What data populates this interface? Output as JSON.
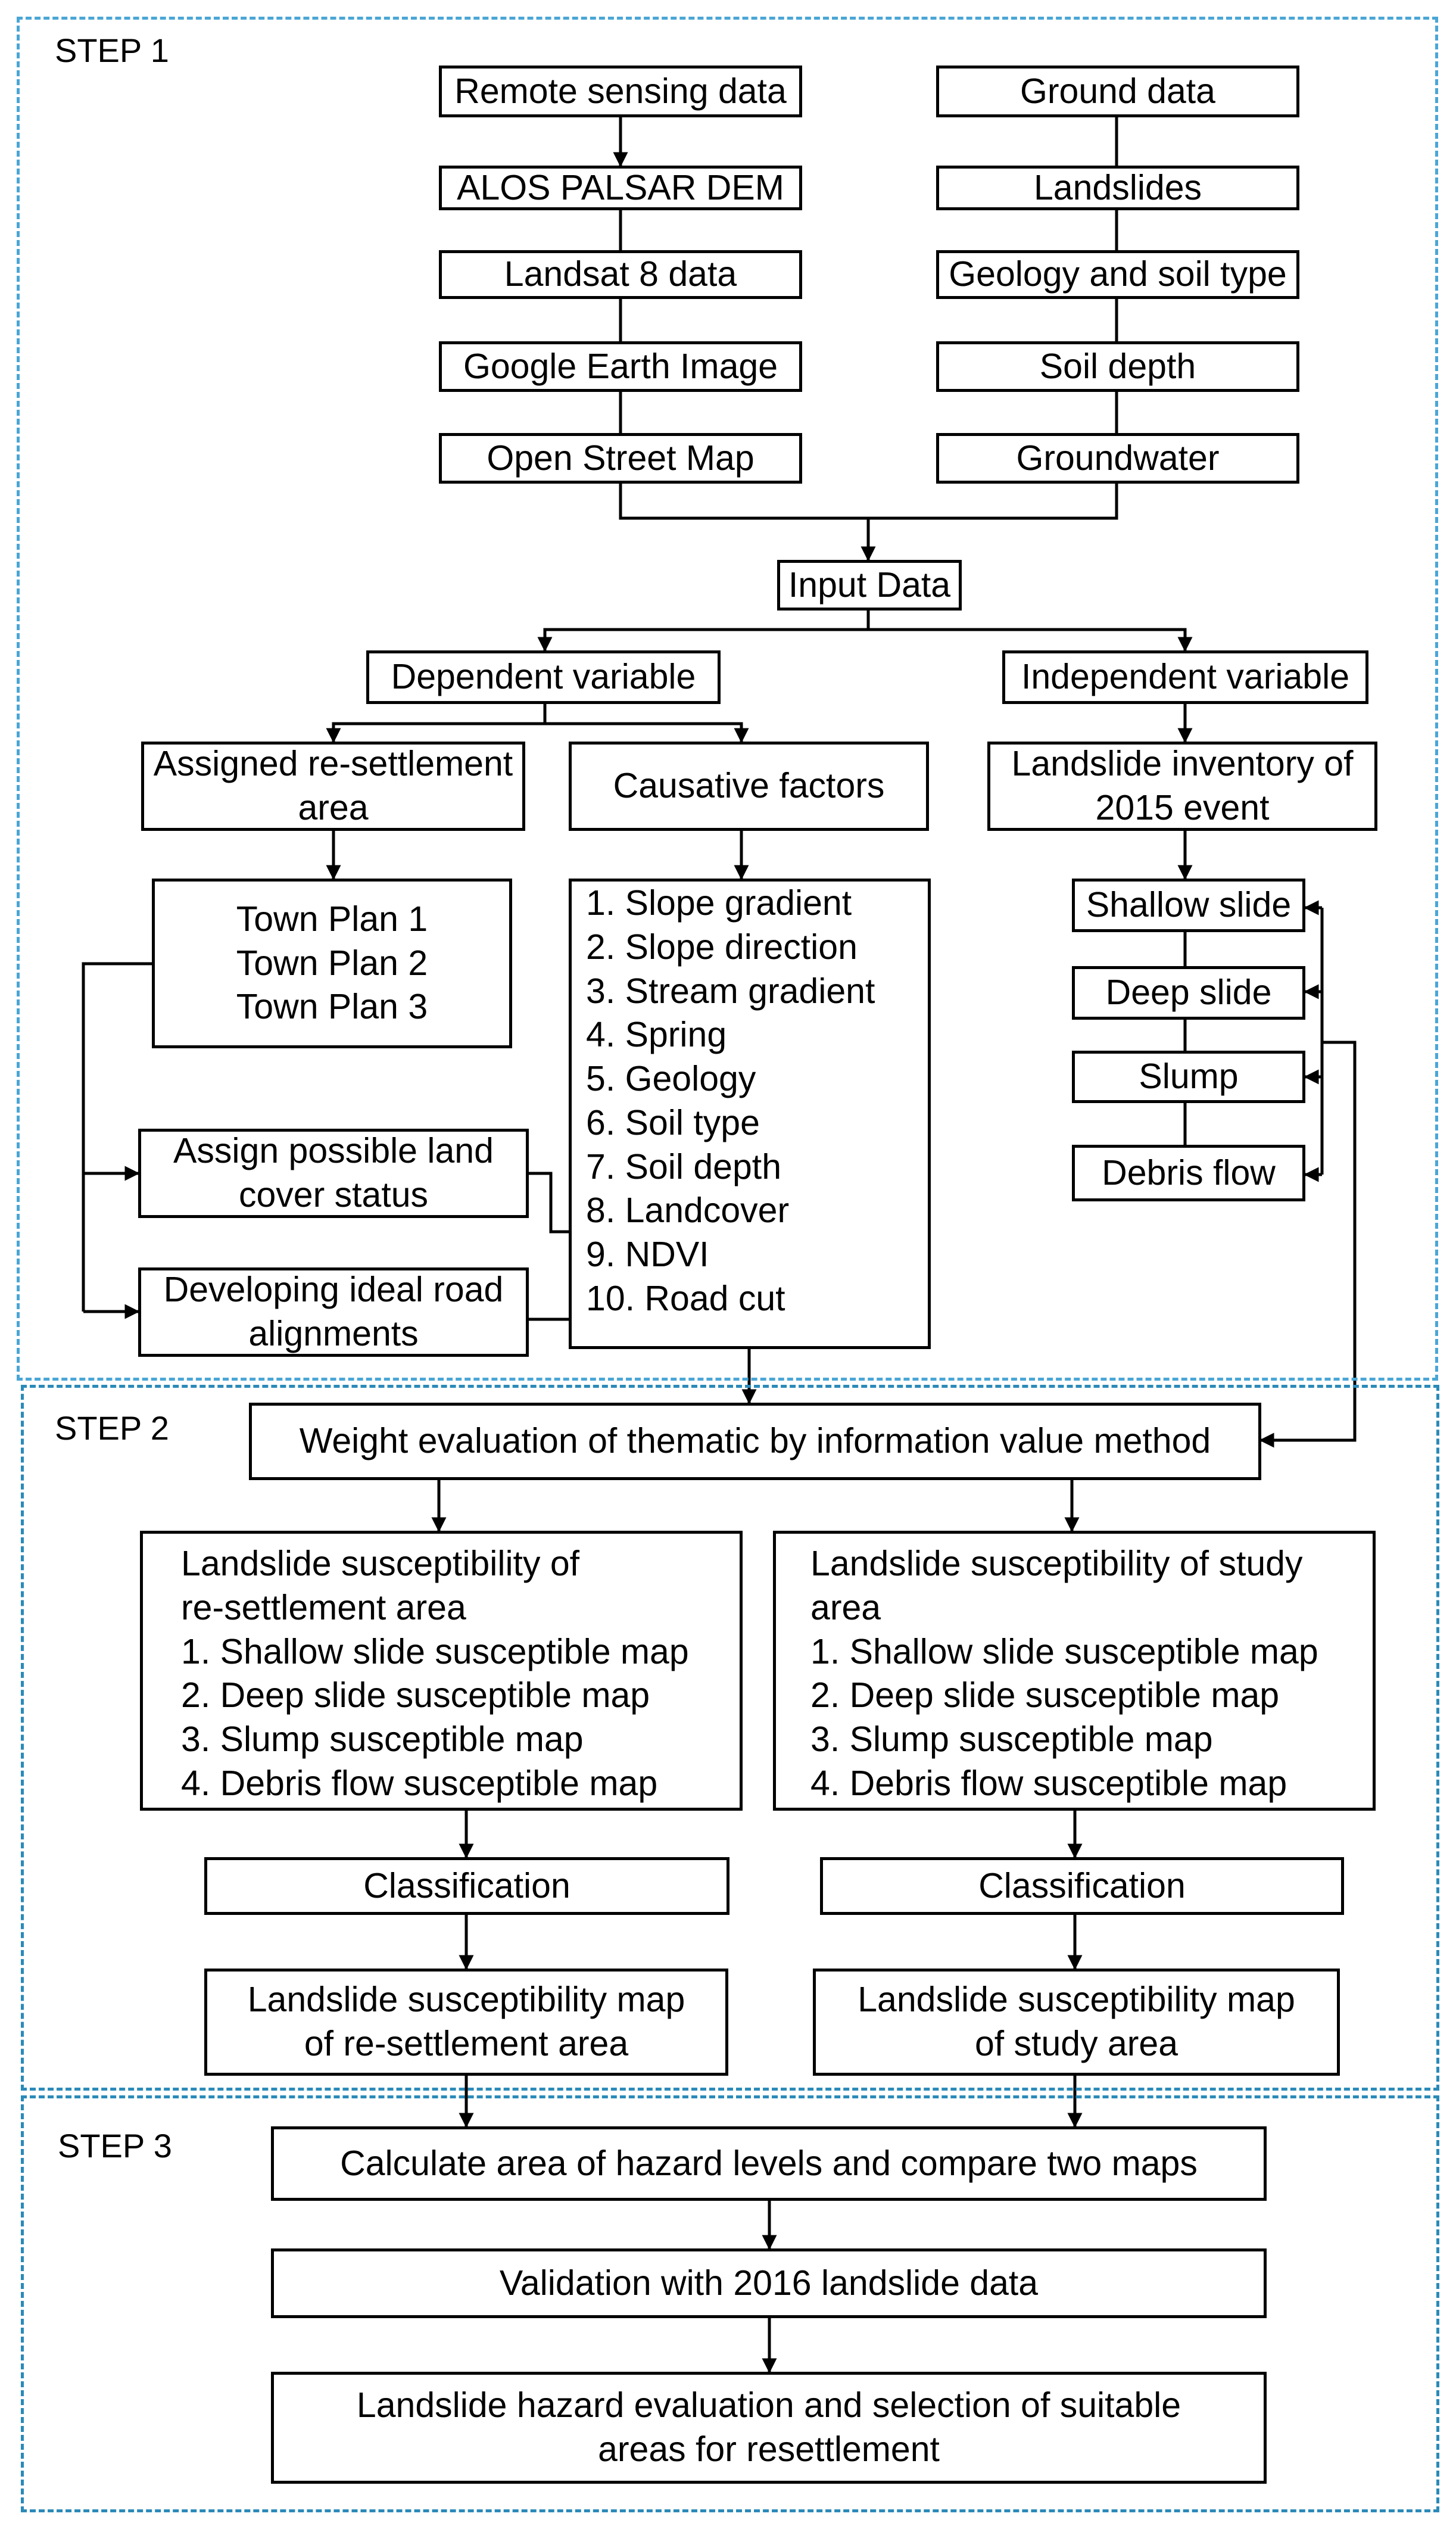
{
  "steps": {
    "s1": "STEP 1",
    "s2": "STEP 2",
    "s3": "STEP 3"
  },
  "remote": {
    "header": "Remote sensing data",
    "items": [
      "ALOS PALSAR DEM",
      "Landsat 8 data",
      "Google Earth Image",
      "Open Street Map"
    ]
  },
  "ground": {
    "header": "Ground data",
    "items": [
      "Landslides",
      "Geology and soil type",
      "Soil depth",
      "Groundwater"
    ]
  },
  "input_data": "Input Data",
  "dependent": "Dependent variable",
  "independent": "Independent variable",
  "resettlement": "Assigned re-settlement area",
  "causative": "Causative factors",
  "inventory": "Landslide inventory of 2015 event",
  "town_plans": [
    "Town Plan 1",
    "Town Plan 2",
    "Town Plan 3"
  ],
  "factors": [
    "1. Slope gradient",
    "2. Slope direction",
    "3. Stream gradient",
    "4. Spring",
    "5. Geology",
    "6. Soil type",
    "7. Soil depth",
    "8. Landcover",
    "9. NDVI",
    "10. Road cut"
  ],
  "slide_types": [
    "Shallow slide",
    "Deep slide",
    "Slump",
    "Debris flow"
  ],
  "assign_land": "Assign possible land cover status",
  "road_align": "Developing ideal road alignments",
  "weight_eval": "Weight evaluation of thematic by information value method",
  "susc_left": {
    "title_lines": [
      "Landslide susceptibility of",
      "re-settlement area"
    ],
    "items": [
      "1. Shallow slide susceptible map",
      "2. Deep slide susceptible map",
      "3. Slump susceptible map",
      "4. Debris flow susceptible map"
    ]
  },
  "susc_right": {
    "title_lines": [
      "Landslide susceptibility of study",
      "area"
    ],
    "items": [
      "1. Shallow slide susceptible map",
      "2. Deep slide susceptible map",
      "3. Slump susceptible map",
      "4. Debris flow susceptible map"
    ]
  },
  "classification": "Classification",
  "map_left": [
    "Landslide susceptibility map",
    "of re-settlement area"
  ],
  "map_right": [
    "Landslide susceptibility map",
    "of study area"
  ],
  "calc_area": "Calculate area of hazard levels and compare two maps",
  "validation": "Validation with 2016 landslide data",
  "final": [
    "Landslide hazard evaluation and selection of suitable",
    "areas for resettlement"
  ],
  "colors": {
    "step1_border": "#4aa6d6",
    "step_border": "#2b8ab8",
    "box_border": "#000000"
  }
}
